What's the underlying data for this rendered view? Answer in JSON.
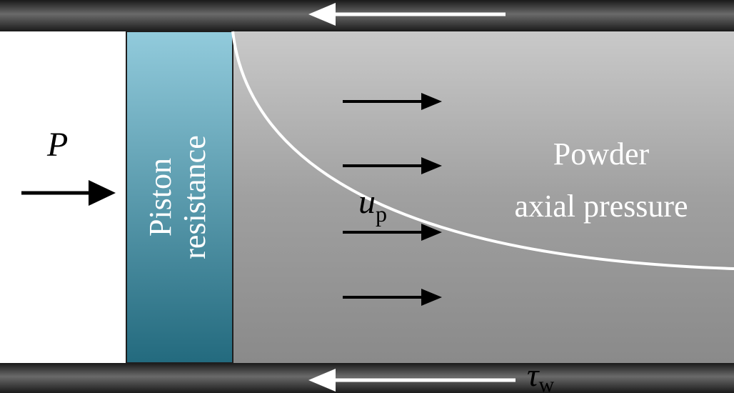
{
  "labels": {
    "force": "P",
    "piston_line1": "Piston",
    "piston_line2": "resistance",
    "velocity_symbol": "u",
    "velocity_subscript": "p",
    "powder_line1": "Powder",
    "powder_line2": "axial pressure",
    "wall_stress_symbol": "τ",
    "wall_stress_subscript": "w"
  },
  "colors": {
    "tube_wall": "#3c3c3c",
    "powder_fill": "#9a9a9a",
    "piston_fill": "#3f8fa3",
    "arrow_on_wall": "#ffffff",
    "arrow_dark": "#000000",
    "pressure_curve": "#ffffff"
  },
  "icons": {
    "flow_arrows": "arrow-right-icon",
    "wall_arrows": "arrow-left-icon",
    "force_arrow": "arrow-right-icon"
  }
}
